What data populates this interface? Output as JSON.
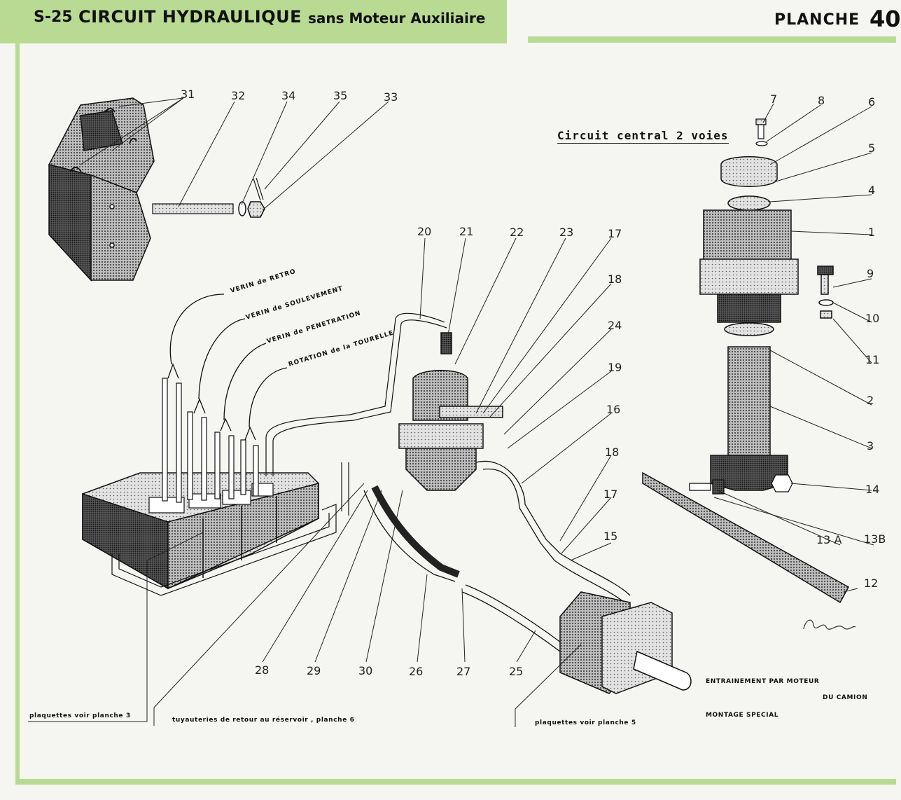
{
  "header": {
    "sheet_code": "S-25",
    "title_main": "CIRCUIT HYDRAULIQUE",
    "title_sub": "sans Moteur Auxiliaire",
    "plate_label": "PLANCHE",
    "plate_number": "40"
  },
  "circuit_caption": "Circuit central 2 voies",
  "verin_labels": [
    "VERIN de RETRO",
    "VERIN de SOULEVEMENT",
    "VERIN de PENETRATION",
    "ROTATION de la TOURELLE"
  ],
  "drive_labels": [
    "ENTRAINEMENT PAR MOTEUR",
    "DU CAMION",
    "MONTAGE SPECIAL"
  ],
  "notes": {
    "plaquettes_3": "plaquettes voir planche 3",
    "tuyauteries_6": "tuyauteries de retour au réservoir , planche 6",
    "plaquettes_5": "plaquettes voir planche 5"
  },
  "part_numbers": {
    "p31": "31",
    "p32": "32",
    "p34": "34",
    "p35": "35",
    "p33": "33",
    "p20": "20",
    "p21": "21",
    "p22": "22",
    "p23": "23",
    "p17a": "17",
    "p18a": "18",
    "p24": "24",
    "p19": "19",
    "p16": "16",
    "p18b": "18",
    "p17b": "17",
    "p15": "15",
    "p28": "28",
    "p29": "29",
    "p30": "30",
    "p26": "26",
    "p27": "27",
    "p25": "25",
    "p7": "7",
    "p8": "8",
    "p6": "6",
    "p5": "5",
    "p4": "4",
    "p1": "1",
    "p9": "9",
    "p10": "10",
    "p11": "11",
    "p2": "2",
    "p3": "3",
    "p14": "14",
    "p13a": "13 A",
    "p13b": "13B",
    "p12": "12"
  },
  "colors": {
    "header_green": "#b9da92",
    "ink": "#111111",
    "paper": "#f5f5f2"
  }
}
